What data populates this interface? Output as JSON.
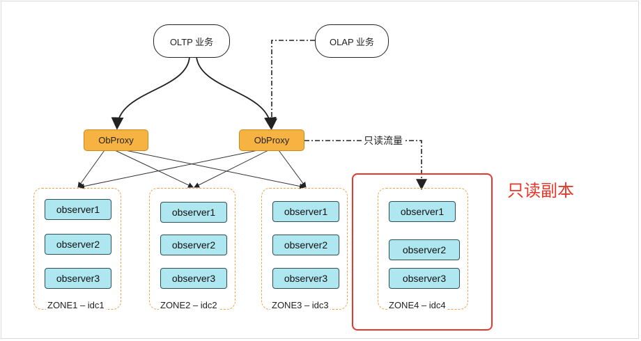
{
  "clients": {
    "oltp": "OLTP 业务",
    "olap": "OLAP 业务"
  },
  "proxies": [
    "ObProxy",
    "ObProxy"
  ],
  "zones": [
    {
      "label": "ZONE1 – idc1",
      "observers": [
        "observer1",
        "observer2",
        "observer3"
      ]
    },
    {
      "label": "ZONE2 – idc2",
      "observers": [
        "observer1",
        "observer2",
        "observer3"
      ]
    },
    {
      "label": "ZONE3 – idc3",
      "observers": [
        "observer1",
        "observer2",
        "observer3"
      ]
    },
    {
      "label": "ZONE4 – idc4",
      "observers": [
        "observer1",
        "observer2",
        "observer3"
      ]
    }
  ],
  "readonly": {
    "title": "只读副本",
    "flow_label": "只读流量"
  },
  "colors": {
    "proxy_fill": "#f7b342",
    "observer_fill": "#aee7ef",
    "zone_border": "#f0a24a",
    "readonly_accent": "#e5382a"
  }
}
